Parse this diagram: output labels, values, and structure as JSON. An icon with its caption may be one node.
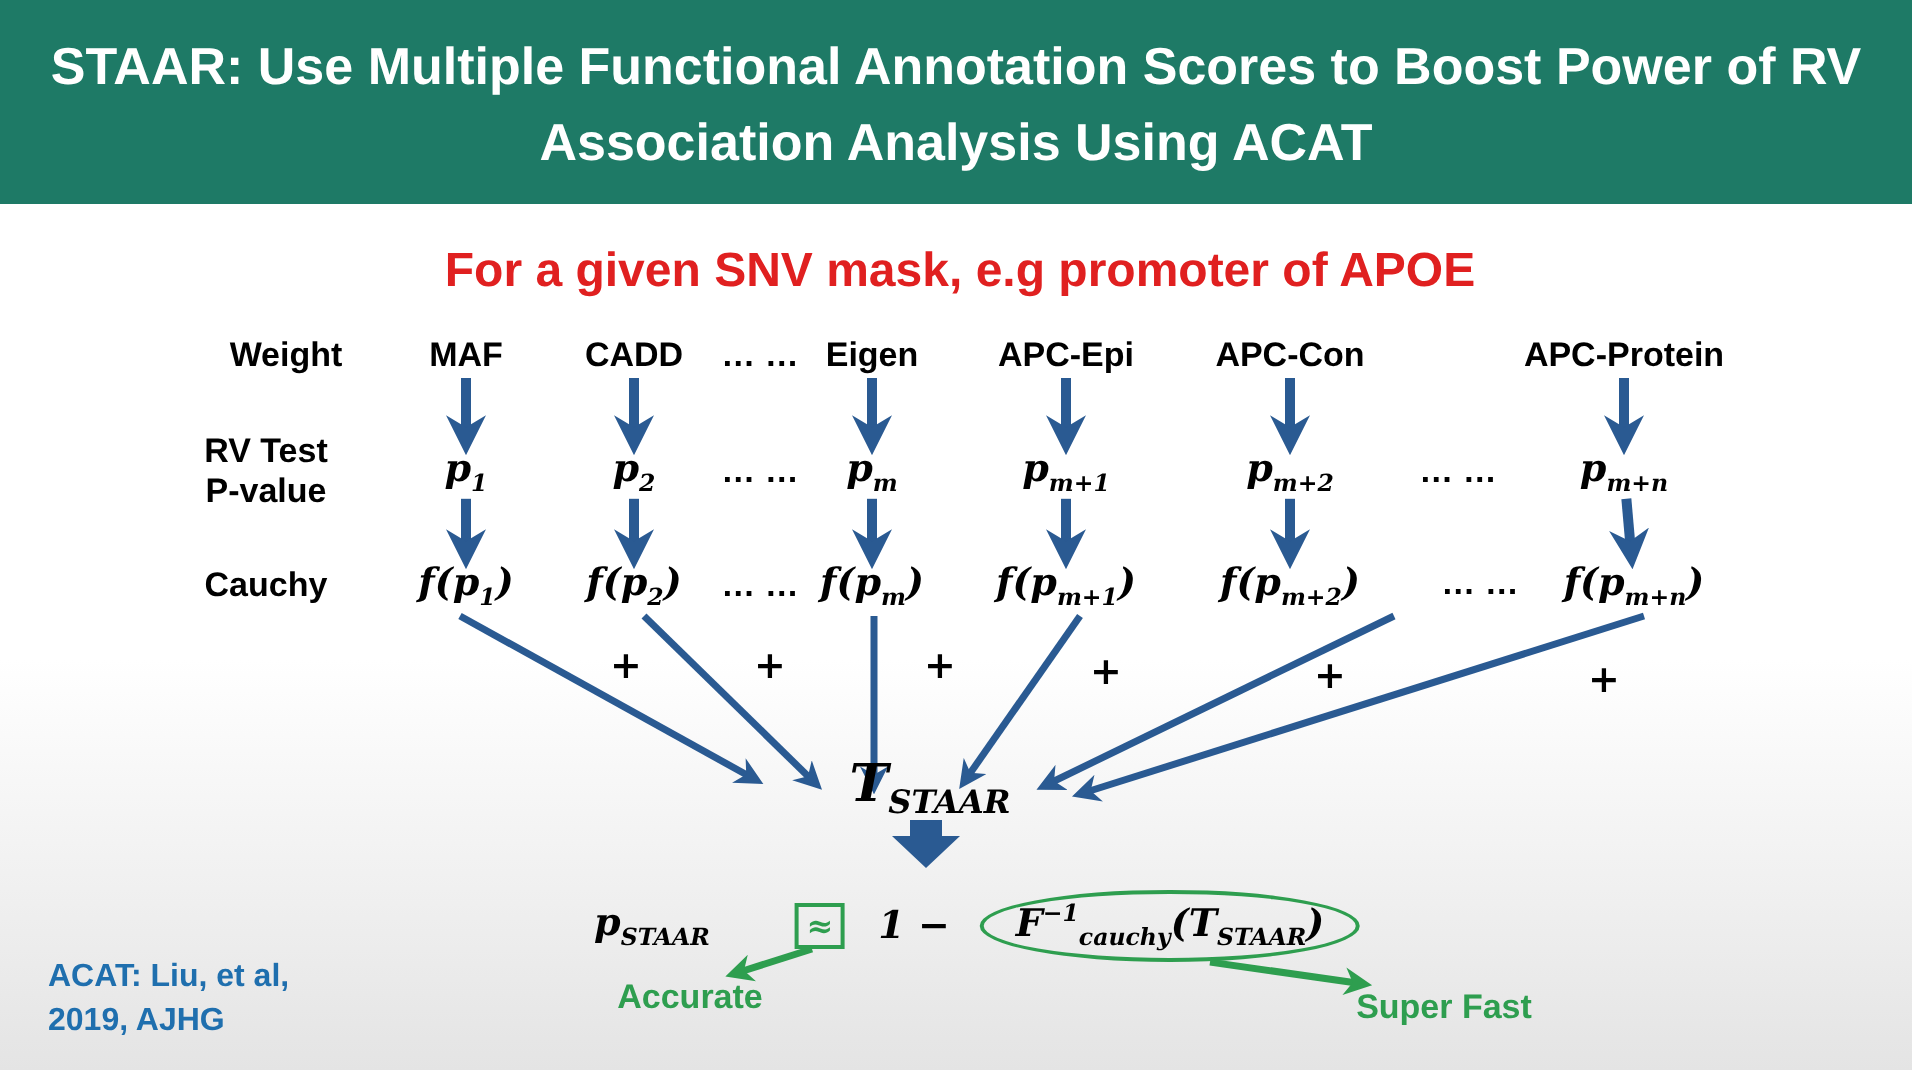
{
  "diagram": {
    "title": "STAAR: Use Multiple Functional Annotation Scores to Boost Power of RV Association Analysis Using ACAT",
    "nodes": [
      {
        "text": [
          "MAF"
        ]
      },
      {
        "text": [
          "CADD"
        ]
      },
      {
        "text": [
          "Eigen"
        ]
      },
      {
        "text": [
          "APC-Epi"
        ]
      },
      {
        "text": [
          "APC-Con"
        ]
      },
      {
        "text": [
          "APC-Protein"
        ]
      },
      {
        "text": [
          "p$_{1}$"
        ]
      },
      {
        "text": [
          "p$_{2}$"
        ]
      },
      {
        "text": [
          "p$_{m}$"
        ]
      },
      {
        "text": [
          "p$_{m+1}$"
        ]
      },
      {
        "text": [
          "p$_{m+2}$"
        ]
      },
      {
        "text": [
          "p$_{m+n}$"
        ]
      },
      {
        "text": [
          "f(p$_{1}$)"
        ]
      },
      {
        "text": [
          "f(p$_{2}$)"
        ]
      },
      {
        "text": [
          "f(p$_{m}$)"
        ]
      },
      {
        "text": [
          "f(p$_{m+1}$)"
        ]
      },
      {
        "text": [
          "f(p$_{m+2}$)"
        ]
      },
      {
        "text": [
          "f(p$_{m+n}$)"
        ]
      },
      {
        "text": [
          "T$_{STAAR}$"
        ]
      },
      {
        "text": [
          "≈"
        ]
      },
      {
        "text": [
          "F$^{−1}$$_{cauchy}$(T$_{STAAR}$)"
        ]
      },
      {
        "text": [
          "Accurate"
        ]
      },
      {
        "text": [
          "Super Fast"
        ]
      }
    ],
    "edges": [
      {
        "from": 0,
        "to": 6,
        "arrow": "to"
      },
      {
        "from": 1,
        "to": 7,
        "arrow": "to"
      },
      {
        "from": 2,
        "to": 8,
        "arrow": "to"
      },
      {
        "from": 3,
        "to": 9,
        "arrow": "to"
      },
      {
        "from": 4,
        "to": 10,
        "arrow": "to"
      },
      {
        "from": 5,
        "to": 11,
        "arrow": "to"
      },
      {
        "from": 6,
        "to": 12,
        "arrow": "to"
      },
      {
        "from": 7,
        "to": 13,
        "arrow": "to"
      },
      {
        "from": 8,
        "to": 14,
        "arrow": "to"
      },
      {
        "from": 9,
        "to": 15,
        "arrow": "to"
      },
      {
        "from": 10,
        "to": 16,
        "arrow": "to"
      },
      {
        "from": 11,
        "to": 17,
        "arrow": "to"
      },
      {
        "from": 12,
        "to": 18,
        "arrow": "to"
      },
      {
        "from": 13,
        "to": 18,
        "arrow": "to"
      },
      {
        "from": 14,
        "to": 18,
        "arrow": "to"
      },
      {
        "from": 15,
        "to": 18,
        "arrow": "to"
      },
      {
        "from": 16,
        "to": 18,
        "arrow": "to"
      },
      {
        "from": 17,
        "to": 18,
        "arrow": "to"
      },
      {
        "from": 18,
        "to": null,
        "arrow": "to",
        "style": "thick"
      },
      {
        "from": 19,
        "to": 21,
        "arrow": "to",
        "color": "#2e9e4f"
      },
      {
        "from": 20,
        "to": 22,
        "arrow": "to",
        "color": "#2e9e4f"
      }
    ],
    "labels": [
      "For a given SNV mask, e.g promoter of APOE",
      "Weight",
      "… …",
      "RV Test P-value",
      "… …",
      "… …",
      "Cauchy",
      "… …",
      "… …",
      "+",
      "+",
      "+",
      "+",
      "+",
      "+",
      "p$_{STAAR}$",
      "1 −",
      "ACAT: Liu, et al, 2019, AJHG"
    ]
  }
}
